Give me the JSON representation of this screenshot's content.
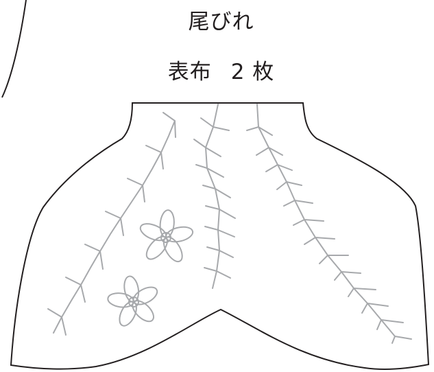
{
  "pattern_piece": {
    "name": "尾びれ",
    "fabric": "表布",
    "quantity": "2 枚"
  },
  "colors": {
    "outline": "#231f20",
    "stitch": "#a7a9ac",
    "background": "#ffffff"
  },
  "icons": [
    "tail-fin-outline",
    "herringbone-stitch",
    "flower-icon"
  ]
}
